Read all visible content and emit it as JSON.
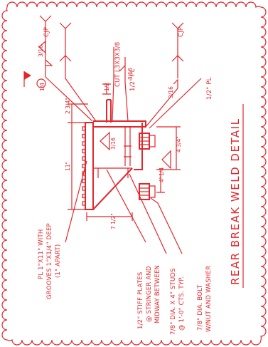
{
  "title": "REAR BREAK WELD DETAIL",
  "colors": {
    "line": "#e3262b",
    "background": "#ffffff"
  },
  "labels": {
    "cut_angle": "CUT L3X3X3/8",
    "cjp_top": "CJP",
    "cjp_right": "CJP",
    "plate_half_a": "1/2\" PL",
    "plate_half_b": "1/2\" PL",
    "plate_grooves_1": "PL 1\"X11\" WITH",
    "plate_grooves_2": "GROOVES 1\"X1/4\" DEEP",
    "plate_grooves_3": "(1\" APART)",
    "stiff_1": "1/2\" STIFF PLATES",
    "stiff_2": "@ STRINGER AND",
    "stiff_3": "MIDWAY BETWEEN",
    "studs_1": "7/8\" DIA. X 4\" STUDS",
    "studs_2": "@ 1'-0\" CTS. TYP.",
    "bolt_1": "7/8\" DIA. BOLT",
    "bolt_2": "W/NUT AND WASHER"
  },
  "weld_sizes": [
    "3/16",
    "1/4",
    "3/16",
    "3/16",
    "1/4",
    "3/16"
  ],
  "dimensions": {
    "top_offset": "2 3/4\"",
    "height": "11\"",
    "right_upper": "4 3/4\"",
    "right_lower": "4\"",
    "bottom": "7 1/2\"",
    "small": "1/2"
  }
}
